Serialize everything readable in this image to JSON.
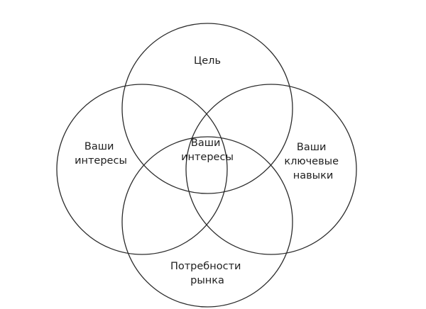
{
  "diagram": {
    "circles": [
      {
        "name": "goal",
        "lines": [
          "Цель"
        ]
      },
      {
        "name": "interests",
        "lines": [
          "Ваши",
          "интересы"
        ]
      },
      {
        "name": "skills",
        "lines": [
          "Ваши",
          "ключевые",
          "навыки"
        ]
      },
      {
        "name": "market-needs",
        "lines": [
          "Потребности",
          "рынка"
        ]
      }
    ],
    "center": {
      "lines": [
        "Ваши",
        "интересы"
      ]
    }
  }
}
